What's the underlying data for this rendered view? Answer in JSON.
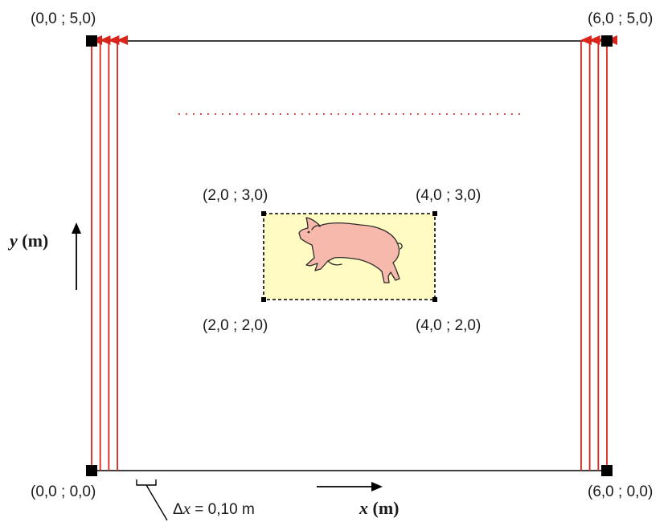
{
  "colors": {
    "line": "#d9241c",
    "frame": "#000000",
    "pen_fill": "#fffbc2",
    "pig": "#f7b9ab"
  },
  "corners": {
    "top_left": "(0,0 ; 5,0)",
    "top_right": "(6,0 ; 5,0)",
    "bottom_left": "(0,0 ; 0,0)",
    "bottom_right": "(6,0 ; 0,0)"
  },
  "pen": {
    "top_left": "(2,0 ; 3,0)",
    "top_right": "(4,0 ; 3,0)",
    "bottom_left": "(2,0 ; 2,0)",
    "bottom_right": "(4,0 ; 2,0)",
    "icon": "pig-icon"
  },
  "axes": {
    "x_var": "x",
    "x_unit": " (m)",
    "y_var": "y",
    "y_unit": " (m)"
  },
  "spacing": {
    "delta": "Δ",
    "var": "x",
    "value": " = 0,10 m"
  },
  "scan_lines": {
    "x_positions_m": [
      0.0,
      0.1,
      0.2,
      0.3,
      5.7,
      5.8,
      5.9,
      6.0
    ]
  }
}
